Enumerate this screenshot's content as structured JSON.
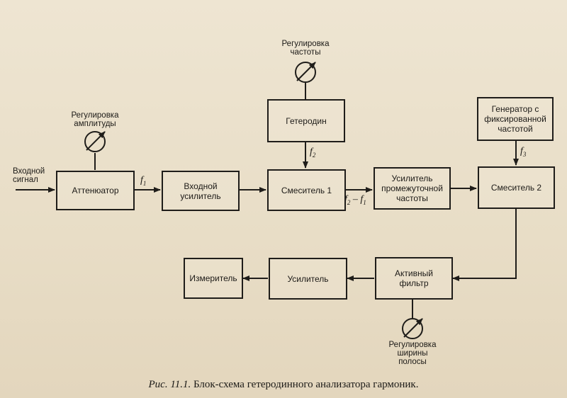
{
  "blocks": {
    "attenuator": "Аттенюатор",
    "input_amp_line1": "Входной",
    "input_amp_line2": "усилитель",
    "heterodyne": "Гетеродин",
    "mixer1": "Смеситель 1",
    "if_amp_line1": "Усилитель",
    "if_amp_line2": "промежуточной",
    "if_amp_line3": "частоты",
    "fixed_gen_line1": "Генератор с",
    "fixed_gen_line2": "фиксированной",
    "fixed_gen_line3": "частотой",
    "mixer2": "Смеситель 2",
    "active_filter_line1": "Активный",
    "active_filter_line2": "фильтр",
    "amplifier": "Усилитель",
    "meter": "Измеритель"
  },
  "labels": {
    "input_signal_line1": "Входной",
    "input_signal_line2": "сигнал",
    "amp_adjust_line1": "Регулировка",
    "amp_adjust_line2": "амплитуды",
    "freq_adjust_line1": "Регулировка",
    "freq_adjust_line2": "частоты",
    "bw_adjust_line1": "Регулировка",
    "bw_adjust_line2": "ширины",
    "bw_adjust_line3": "полосы"
  },
  "signals": {
    "f1": "f",
    "f1_sub": "1",
    "f2": "f",
    "f2_sub": "2",
    "f3": "f",
    "f3_sub": "3",
    "diff_a": "f",
    "diff_a_sub": "2",
    "diff_sep": " – f",
    "diff_b_sub": "1"
  },
  "caption": {
    "figure": "Рис. 11.1.",
    "text": " Блок-схема гетеродинного анализатора гармоник."
  }
}
